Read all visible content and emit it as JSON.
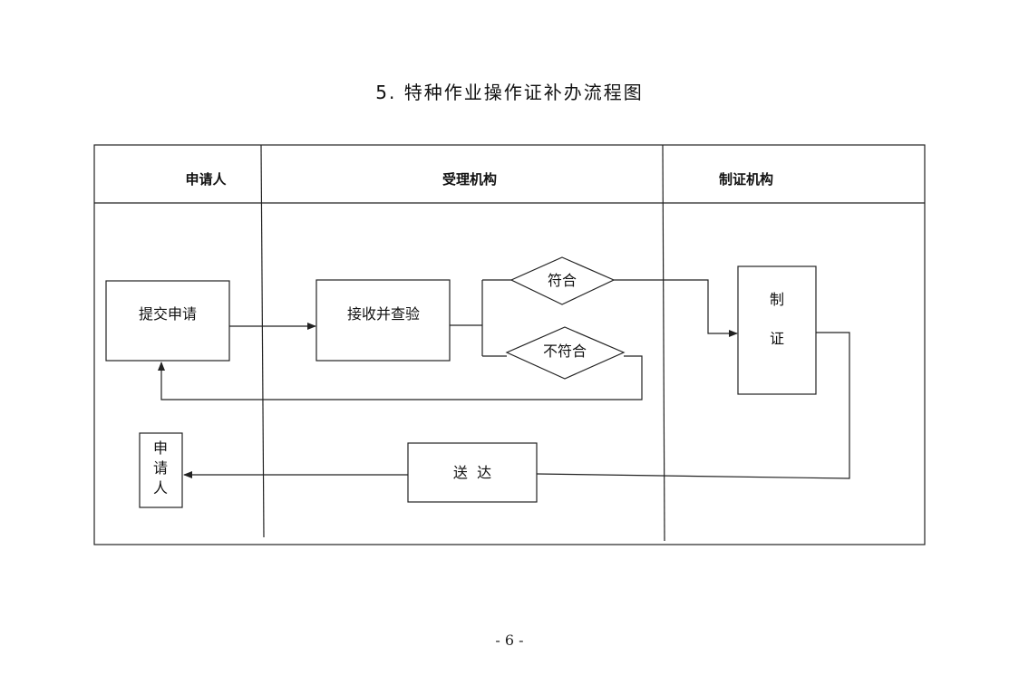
{
  "title": "5. 特种作业操作证补办流程图",
  "lanes": {
    "applicant": "申请人",
    "accepting": "受理机构",
    "issuing": "制证机构"
  },
  "nodes": {
    "submit": "提交申请",
    "receive": "接收并查验",
    "meets": "符合",
    "not_meets": "不符合",
    "make_cert": [
      "制",
      "证"
    ],
    "deliver": "送  达",
    "applicant_end": [
      "申",
      "请",
      "人"
    ]
  },
  "page_number": "- 6 -"
}
